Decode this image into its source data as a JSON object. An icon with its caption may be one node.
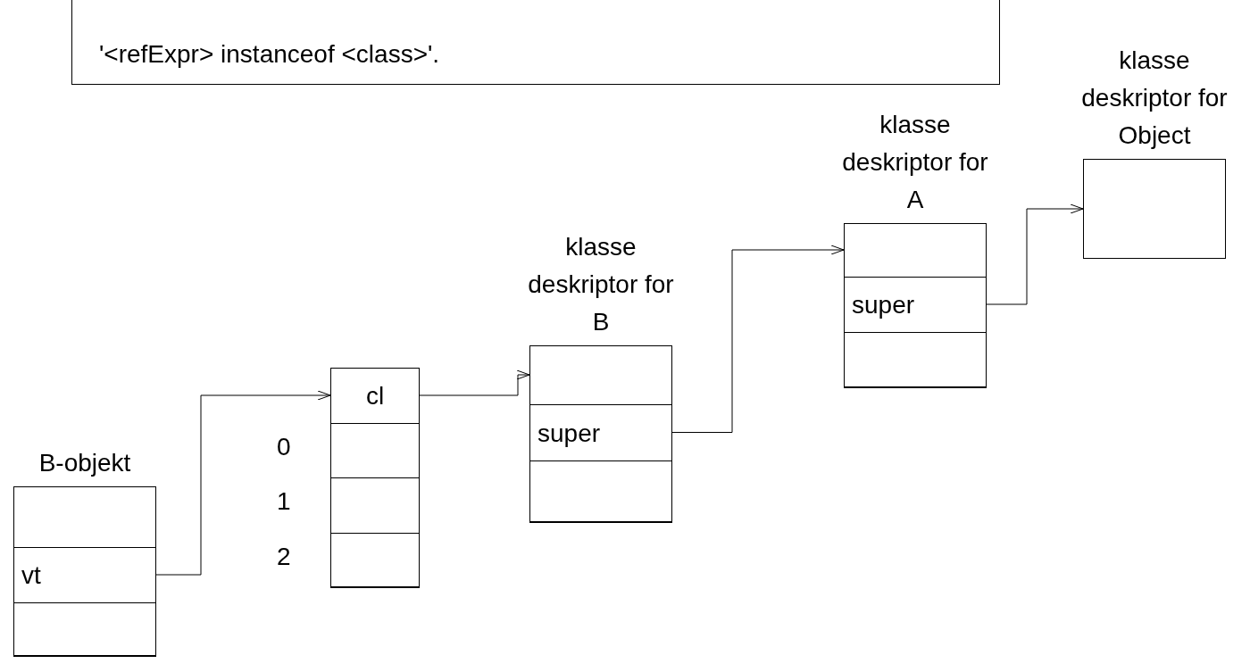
{
  "diagram": {
    "nodes": [
      {
        "text": [
          "'<refExpr> instanceof <class>'."
        ]
      },
      {
        "text": [
          "B-objekt"
        ]
      },
      {
        "text": [],
        "shape": "box",
        "in": 1
      },
      {
        "text": [
          "vt"
        ],
        "in": 1
      },
      {
        "text": [],
        "shape": "box",
        "in": 1
      },
      {
        "text": [],
        "shape": "box"
      },
      {
        "text": [
          "cl"
        ],
        "in": 5
      },
      {
        "text": [],
        "shape": "box",
        "in": 5,
        "beside": [
          "0"
        ]
      },
      {
        "text": [],
        "shape": "box",
        "in": 5,
        "beside": [
          "1"
        ]
      },
      {
        "text": [],
        "shape": "box",
        "in": 5,
        "beside": [
          "2"
        ]
      },
      {
        "text": [
          "klasse deskriptor for B"
        ]
      },
      {
        "text": [],
        "shape": "box",
        "in": 10
      },
      {
        "text": [
          "super"
        ],
        "in": 10
      },
      {
        "text": [],
        "shape": "box",
        "in": 10
      },
      {
        "text": [
          "klasse deskriptor for A"
        ]
      },
      {
        "text": [],
        "shape": "box",
        "in": 14
      },
      {
        "text": [
          "super"
        ],
        "in": 14
      },
      {
        "text": [],
        "shape": "box",
        "in": 14
      },
      {
        "text": [
          "klasse deskriptor for Object"
        ]
      }
    ],
    "edges": [
      {
        "from": 3,
        "to": 6,
        "arrow": "to"
      },
      {
        "from": 6,
        "to": 11,
        "arrow": "to"
      },
      {
        "from": 12,
        "to": 15,
        "arrow": "to"
      },
      {
        "from": 16,
        "to": 18,
        "arrow": "to"
      }
    ]
  }
}
